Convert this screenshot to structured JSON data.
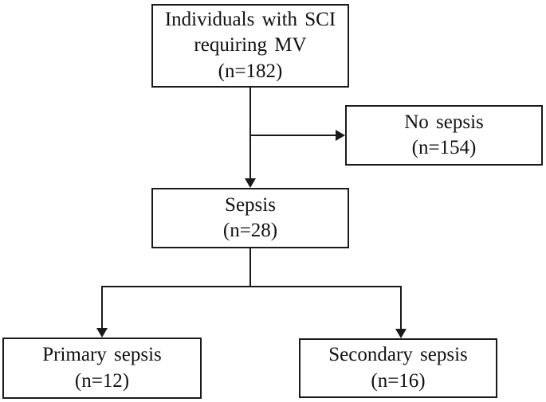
{
  "colors": {
    "background": "#ffffff",
    "line": "#1a1a1a",
    "text": "#111111"
  },
  "nodes": {
    "root": {
      "lines": [
        "Individuals with SCI",
        "requiring MV",
        "(n=182)"
      ]
    },
    "no_sepsis": {
      "lines": [
        "No sepsis",
        "(n=154)"
      ]
    },
    "sepsis": {
      "lines": [
        "Sepsis",
        "(n=28)"
      ]
    },
    "primary": {
      "lines": [
        "Primary sepsis",
        "(n=12)"
      ]
    },
    "secondary": {
      "lines": [
        "Secondary sepsis",
        "(n=16)"
      ]
    }
  },
  "edges": [
    {
      "from": "root",
      "to": "sepsis",
      "arrow": true
    },
    {
      "from": "root",
      "to": "no_sepsis",
      "arrow": true
    },
    {
      "from": "sepsis",
      "to": "primary",
      "arrow": true
    },
    {
      "from": "sepsis",
      "to": "secondary",
      "arrow": true
    }
  ]
}
